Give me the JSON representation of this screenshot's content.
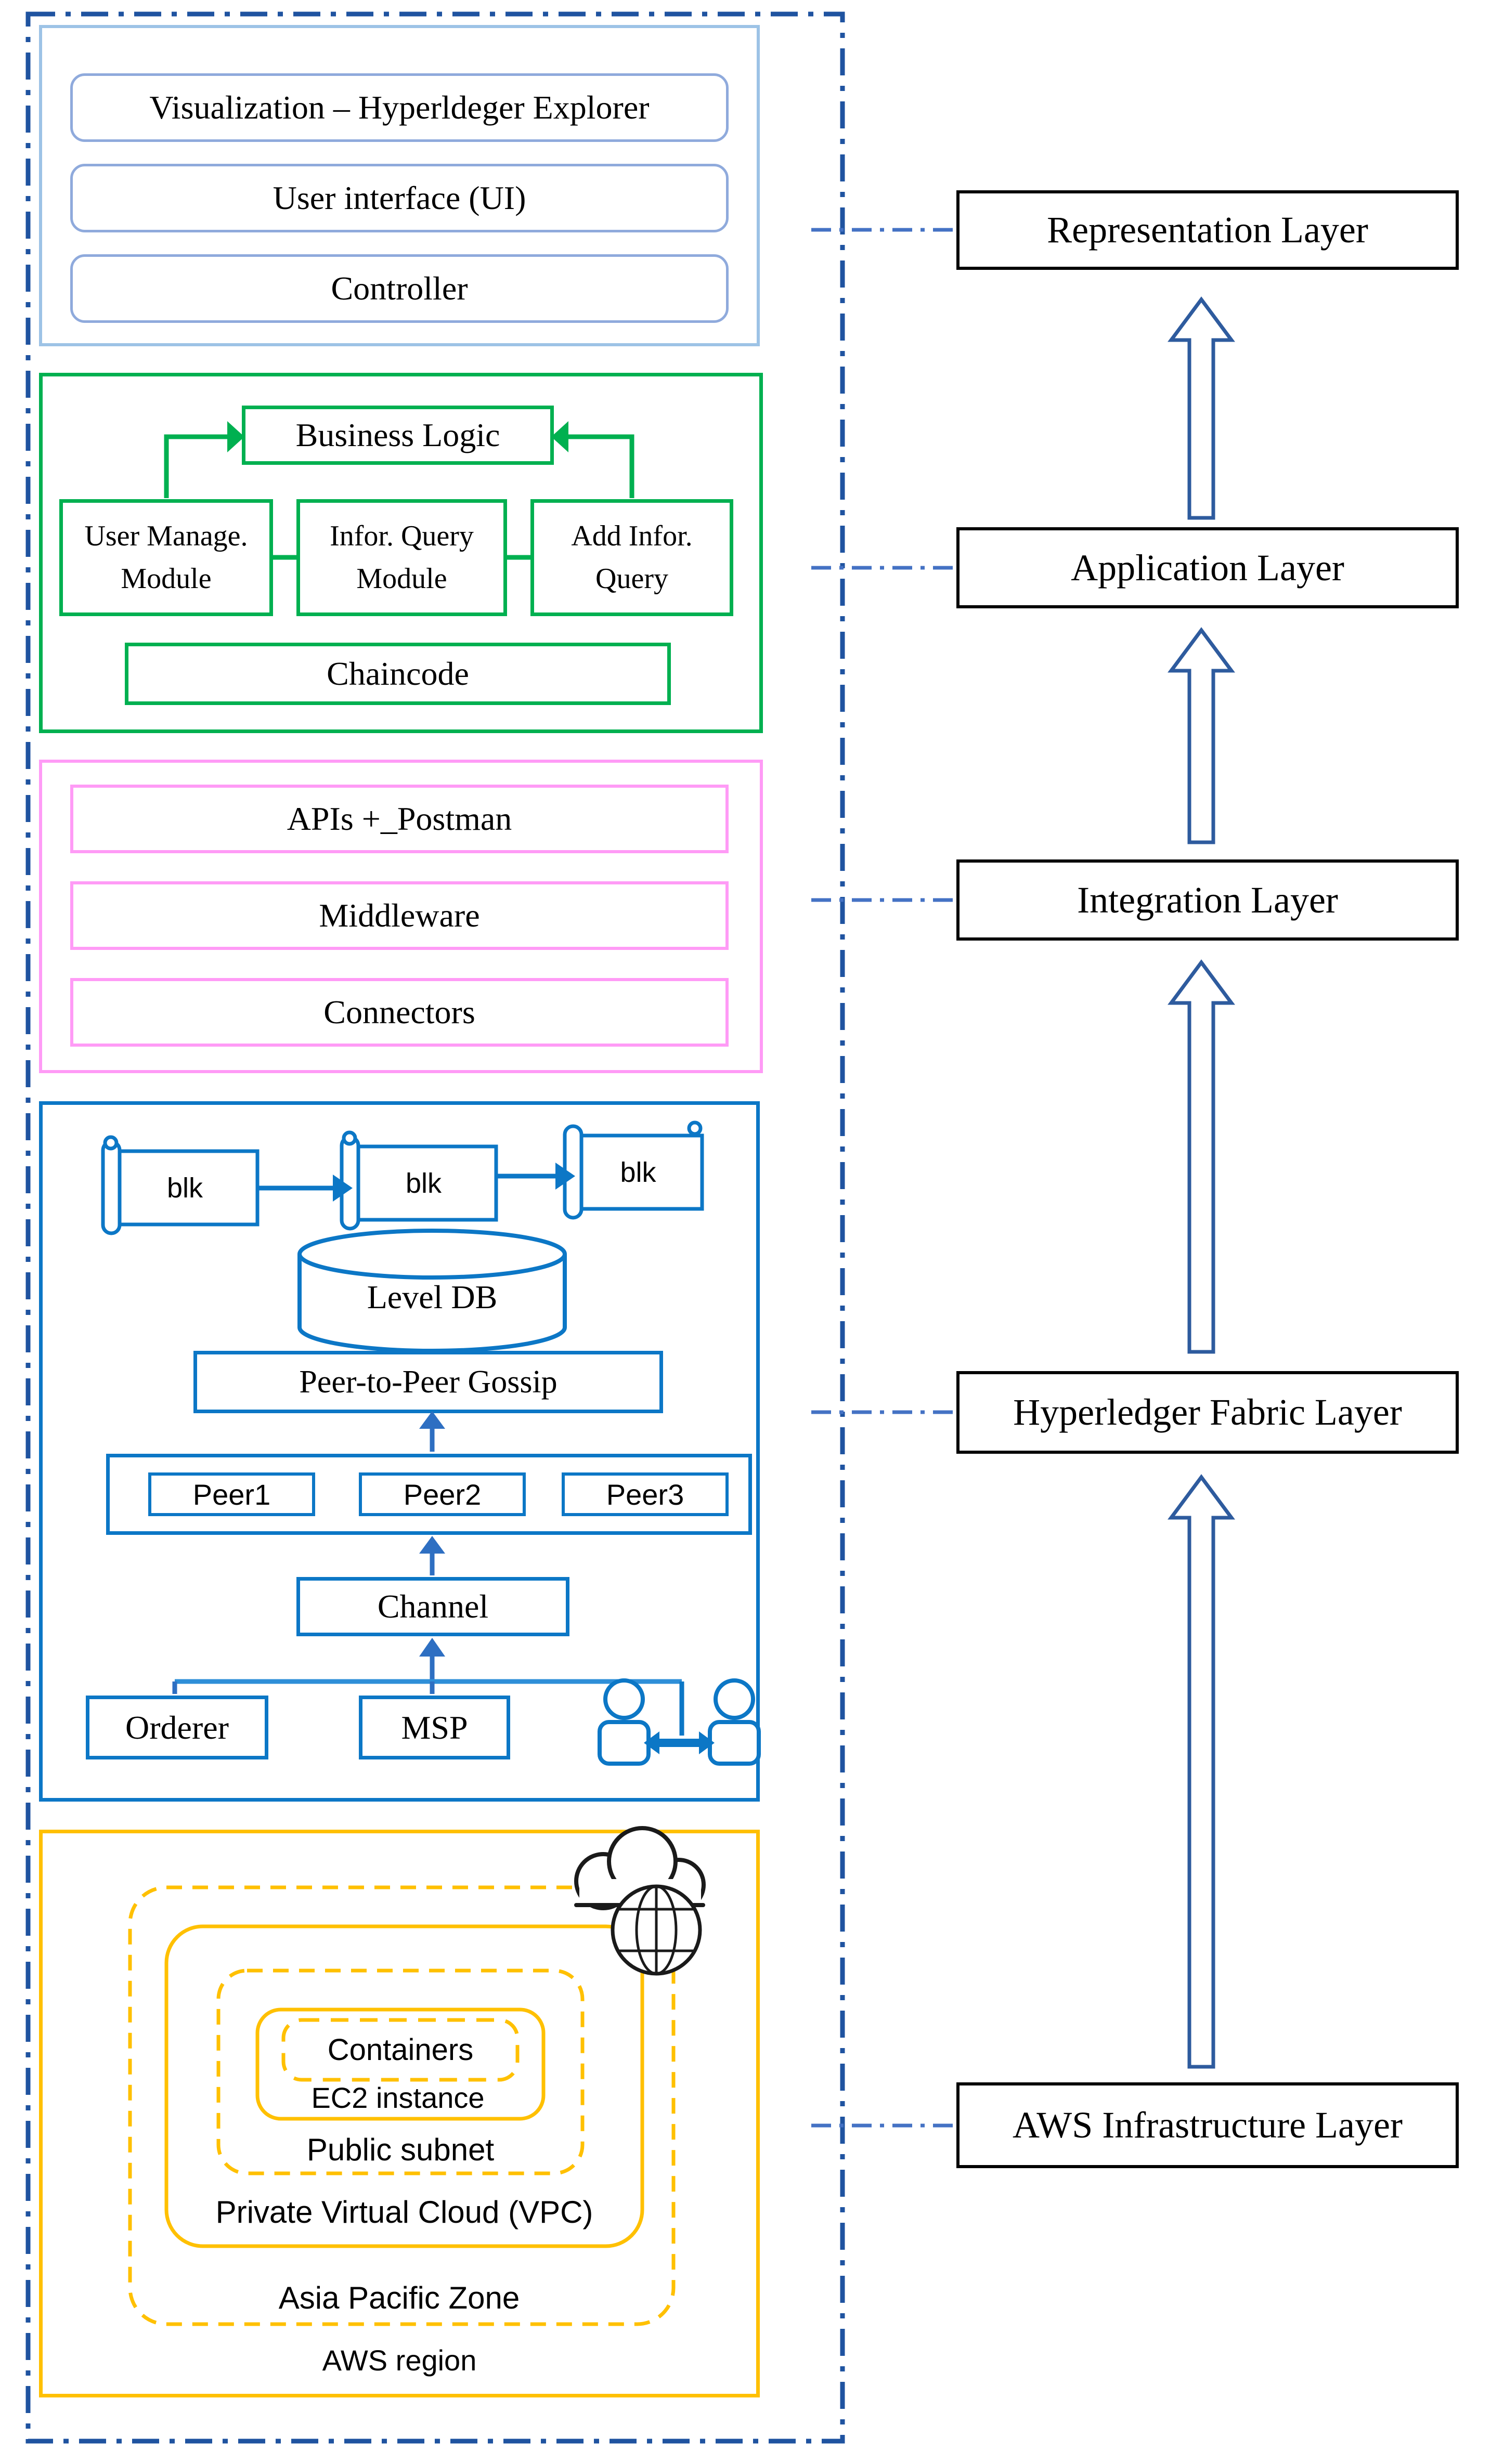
{
  "left": {
    "representation": {
      "visualization": "Visualization – Hyperldeger Explorer",
      "ui": "User interface (UI)",
      "controller": "Controller"
    },
    "application": {
      "business_logic": "Business Logic",
      "user_manage": "User Manage.\nModule",
      "infor_query": "Infor. Query\nModule",
      "add_infor": "Add Infor.\nQuery",
      "chaincode": "Chaincode"
    },
    "integration": {
      "apis": "APIs +_Postman",
      "middleware": "Middleware",
      "connectors": "Connectors"
    },
    "fabric": {
      "blk1": "blk",
      "blk2": "blk",
      "blk3": "blk",
      "leveldb": "Level DB",
      "gossip": "Peer-to-Peer Gossip",
      "peer1": "Peer1",
      "peer2": "Peer2",
      "peer3": "Peer3",
      "channel": "Channel",
      "orderer": "Orderer",
      "msp": "MSP"
    },
    "aws": {
      "containers": "Containers",
      "ec2": "EC2 instance",
      "public_subnet": "Public subnet",
      "vpc": "Private Virtual Cloud (VPC)",
      "zone": "Asia Pacific Zone",
      "region": "AWS region"
    }
  },
  "right": {
    "representation": "Representation Layer",
    "application": "Application Layer",
    "integration": "Integration Layer",
    "fabric": "Hyperledger Fabric Layer",
    "aws": "AWS Infrastructure Layer"
  },
  "colors": {
    "outer_border": "#1F53A0",
    "connector": "#4472C4",
    "light_blue_container": "#9DC3E6",
    "light_blue_box": "#8FAADC",
    "green": "#00B050",
    "pink": "#FF9BF6",
    "fabric_blue": "#0C77C6",
    "aws_orange": "#FFC000",
    "layer_box_border": "#000000",
    "block_arrow_outline": "#2E5B9E",
    "icon_black": "#1A1A1A"
  }
}
